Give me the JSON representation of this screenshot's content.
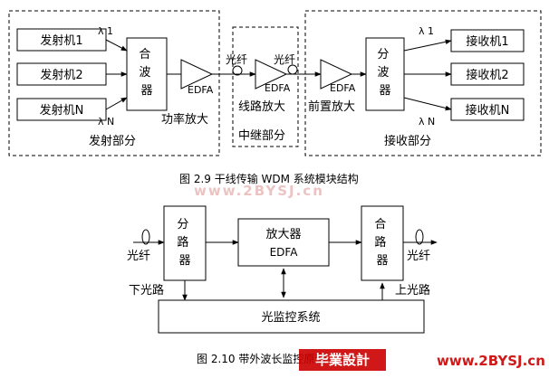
{
  "fig1": {
    "transmitters": [
      "发射机1",
      "发射机2",
      "发射机N"
    ],
    "lambda_top_left": "λ 1",
    "lambda_bottom_left": "λ N",
    "mux": "合波器",
    "booster_amp_label": "EDFA",
    "booster_caption": "功率放大",
    "fiber_left": "光纤",
    "fiber_right": "光纤",
    "line_amp_label": "EDFA",
    "line_amp_caption": "线路放大",
    "repeater_caption": "中继部分",
    "pre_amp_label": "EDFA",
    "pre_amp_caption": "前置放大",
    "demux": "分波器",
    "lambda_top_right": "λ 1",
    "lambda_bottom_right": "λ N",
    "receivers": [
      "接收机1",
      "接收机2",
      "接收机N"
    ],
    "transmit_section": "发射部分",
    "receive_section": "接收部分",
    "caption": "图 2.9   干线传输 WDM 系统模块结构"
  },
  "fig2": {
    "fiber_in": "光纤",
    "splitter": "分路器",
    "amp_title": "放大器",
    "amp_sub": "EDFA",
    "combiner": "合路器",
    "fiber_out": "光纤",
    "drop": "下光路",
    "add": "上光路",
    "monitor": "光监控系统",
    "caption": "图 2.10  带外波长监控原理"
  },
  "watermark": {
    "center": "www.2BYSJ.cn",
    "logo": "毕業設計",
    "site": "www.2BYSJ.cn"
  },
  "colors": {
    "watermark": "#e8b9b9",
    "logo": "#cc0000"
  }
}
